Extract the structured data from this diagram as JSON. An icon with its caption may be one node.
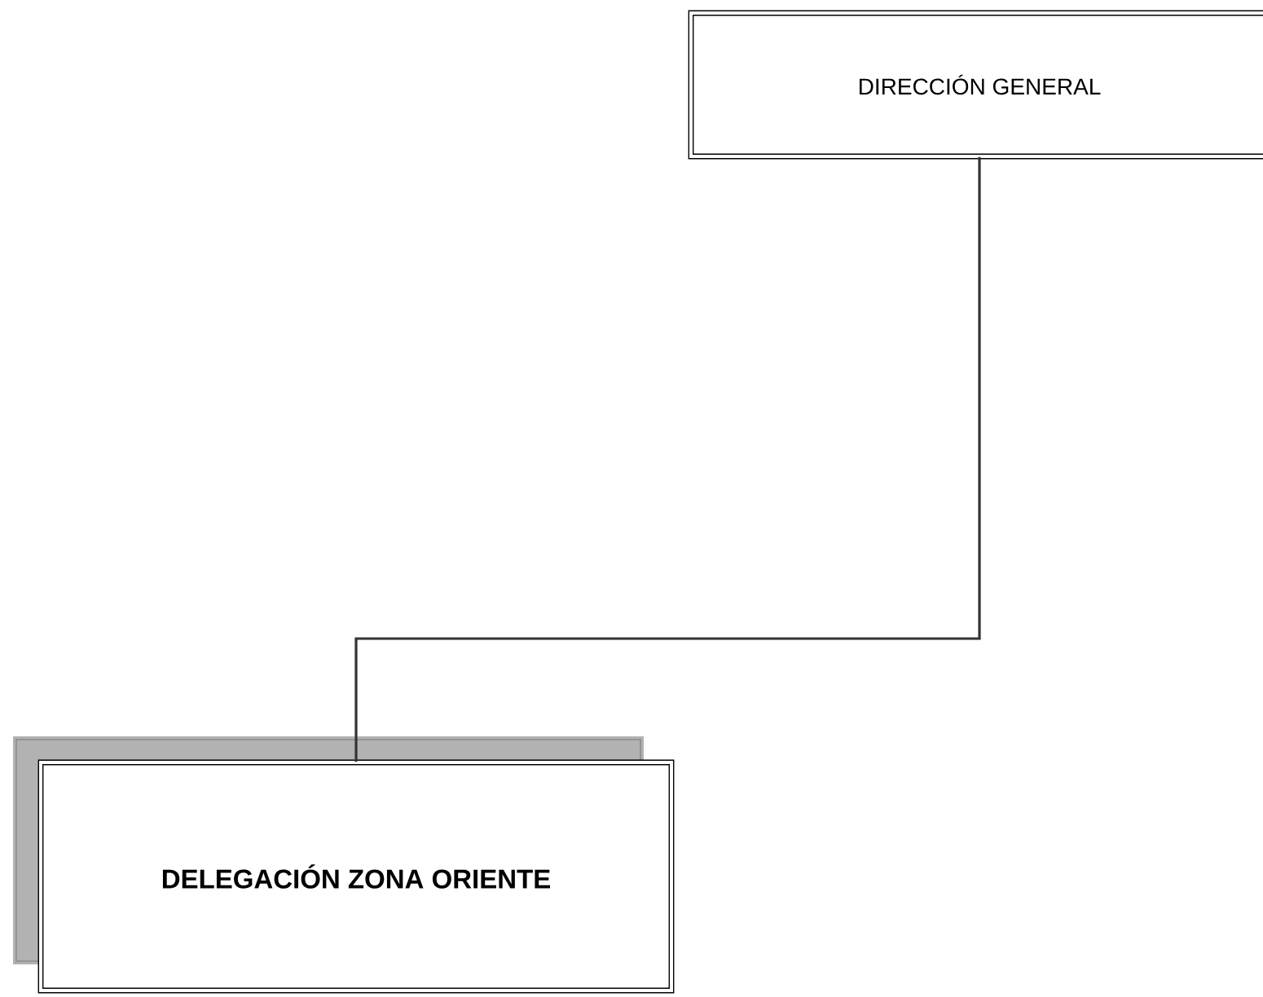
{
  "diagram": {
    "nodes": [
      {
        "text": [
          "DIRECCIÓN GENERAL"
        ]
      },
      {
        "text": [
          "DELEGACIÓN ZONA ORIENTE"
        ]
      }
    ],
    "edges": [
      {
        "from": 0,
        "to": 1,
        "arrow": "none"
      }
    ]
  }
}
